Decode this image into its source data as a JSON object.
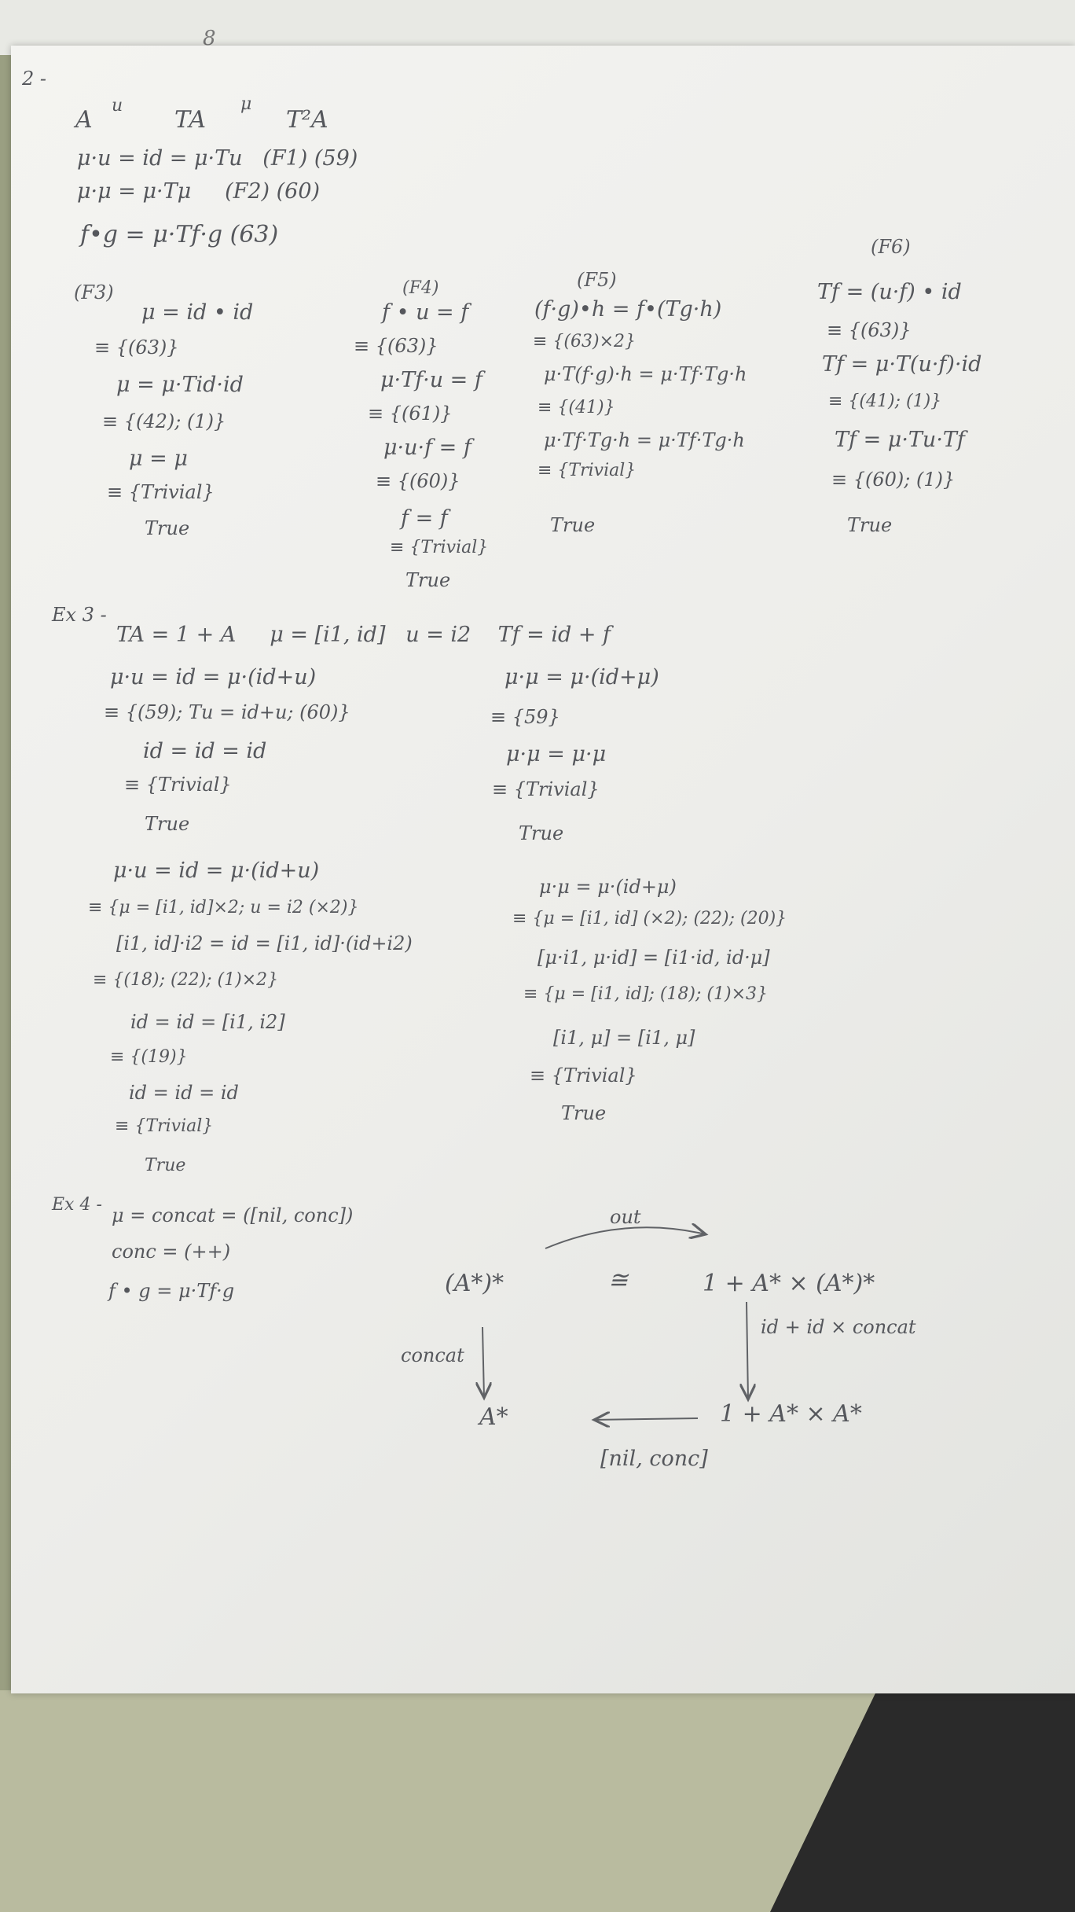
{
  "background_page": {
    "mark": "8"
  },
  "section2": {
    "number": "2 -",
    "arrow_line": {
      "left": "A",
      "u_label": "u",
      "middle": "TA",
      "mu_label": "μ",
      "right": "T²A"
    },
    "eq1": "μ·u = id = μ·Tu   (F1) (59)",
    "eq2": "μ·μ = μ·Tμ     (F2) (60)",
    "eq3": "f•g = μ·Tf·g (63)",
    "proofs": [
      {
        "label": "(F3)",
        "lines": [
          "μ = id • id",
          "≡ {(63)}",
          "μ = μ·Tid·id",
          "≡ {(42); (1)}",
          "μ = μ",
          "≡ {Trivial}",
          "True"
        ]
      },
      {
        "label": "(F4)",
        "lines": [
          "f • u = f",
          "≡ {(63)}",
          "μ·Tf·u = f",
          "≡ {(61)}",
          "μ·u·f = f",
          "≡ {(60)}",
          "f = f",
          "≡ {Trivial}",
          "True"
        ]
      },
      {
        "label": "(F5)",
        "lines": [
          "(f·g)•h = f•(Tg·h)",
          "≡ {(63)×2}",
          "μ·T(f·g)·h = μ·Tf·Tg·h",
          "≡ {(41)}",
          "μ·Tf·Tg·h = μ·Tf·Tg·h",
          "≡ {Trivial}",
          "True"
        ]
      },
      {
        "label": "(F6)",
        "lines": [
          "Tf = (u·f) • id",
          "≡ {(63)}",
          "Tf = μ·T(u·f)·id",
          "≡ {(41); (1)}",
          "Tf = μ·Tu·Tf",
          "≡ {(60); (1)}",
          "True"
        ]
      }
    ]
  },
  "section3": {
    "number": "Ex 3 -",
    "header": "TA = 1 + A     μ = [i1, id]   u = i2    Tf = id + f",
    "top_left": [
      "μ·u = id = μ·(id+u)",
      "≡ {(59); Tu = id+u; (60)}",
      "id = id = id",
      "≡ {Trivial}",
      "True"
    ],
    "top_right": [
      "μ·μ = μ·(id+μ)",
      "≡ {59}",
      "μ·μ = μ·μ",
      "≡ {Trivial}",
      "True"
    ],
    "bottom_left": [
      "μ·u = id = μ·(id+u)",
      "≡ {μ = [i1, id]×2; u = i2 (×2)}",
      "[i1, id]·i2 = id = [i1, id]·(id+i2)",
      "≡ {(18); (22); (1)×2}",
      "id = id = [i1, i2]",
      "≡ {(19)}",
      "id = id = id",
      "≡ {Trivial}",
      "True"
    ],
    "bottom_right": [
      "μ·μ = μ·(id+μ)",
      "≡ {μ = [i1, id] (×2); (22); (20)}",
      "[μ·i1, μ·id] = [i1·id, id·μ]",
      "≡ {μ = [i1, id]; (18); (1)×3}",
      "[i1, μ] = [i1, μ]",
      "≡ {Trivial}",
      "True"
    ]
  },
  "section4": {
    "number": "Ex 4 -",
    "lines": [
      "μ = concat = ([nil, conc])",
      "conc = (++)",
      "f • g = μ·Tf·g"
    ],
    "diagram": {
      "top_left": "(A*)*",
      "iso": "≅",
      "top_right": "1 + A* × (A*)*",
      "top_arrow": "out",
      "left_arrow": "concat",
      "right_arrow": "id + id × concat",
      "bottom_left": "A*",
      "bottom_right": "1 + A* × A*",
      "bottom_arrow": "[nil, conc]"
    }
  }
}
